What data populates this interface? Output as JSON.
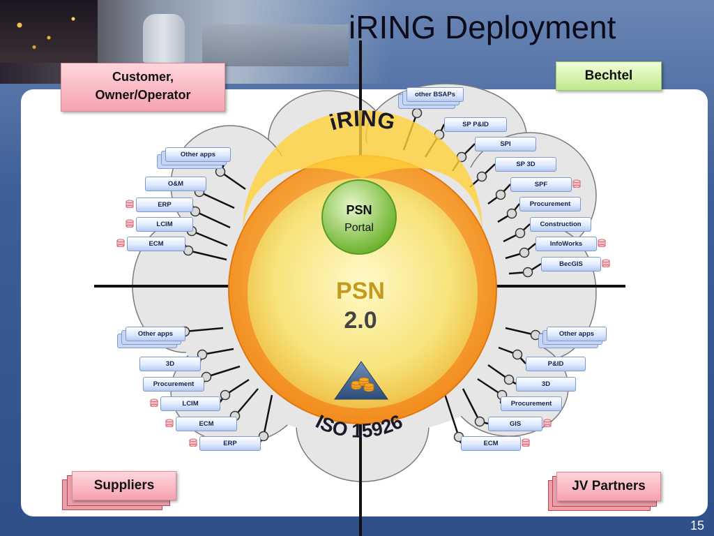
{
  "slide": {
    "title": "iRING Deployment",
    "page_number": "15"
  },
  "quadrants": {
    "customer": "Customer, Owner/Operator",
    "customer_line1": "Customer,",
    "customer_line2": "Owner/Operator",
    "bechtel": "Bechtel",
    "suppliers": "Suppliers",
    "jv_partners": "JV Partners"
  },
  "center": {
    "ring_top": "iRING",
    "ring_bottom": "ISO 15926",
    "portal_line1": "PSN",
    "portal_line2": "Portal",
    "core_line1": "PSN",
    "core_line2": "2.0"
  },
  "apps": {
    "top_left": [
      "Other apps",
      "O&M",
      "ERP",
      "LCIM",
      "ECM"
    ],
    "top_right": [
      "other BSAPs",
      "SP P&ID",
      "SPI",
      "SP 3D",
      "SPF",
      "Procurement",
      "Construction",
      "InfoWorks",
      "BecGIS"
    ],
    "bottom_left": [
      "Other apps",
      "3D",
      "Procurement",
      "LCIM",
      "ECM",
      "ERP"
    ],
    "bottom_right": [
      "Other apps",
      "P&ID",
      "3D",
      "Procurement",
      "GIS",
      "ECM"
    ]
  },
  "colors": {
    "ring_orange": "#f5a623",
    "core_yellow": "#fbe96a",
    "portal_green": "#8fcf4a",
    "pink_box": "#f5a3b0",
    "green_box": "#bfe88e",
    "app_box_blue": "#c9d9f7",
    "cloud_gray": "#e6e6e6",
    "axis": "#111111"
  }
}
